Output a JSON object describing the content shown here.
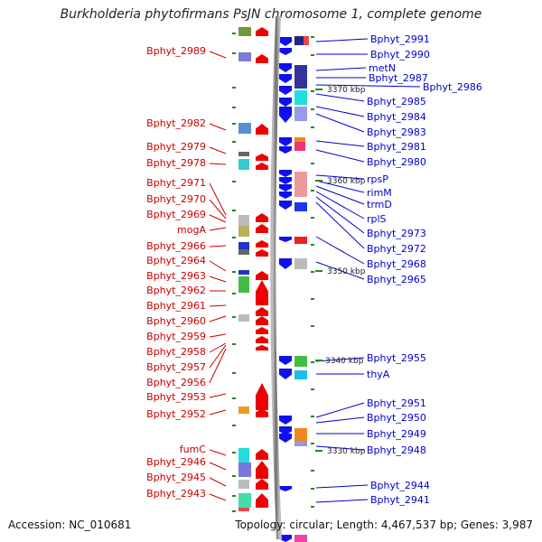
{
  "title": "Burkholderia phytofirmans PsJN chromosome 1, complete genome",
  "accession": "Accession: NC_010681",
  "topology": "Topology: circular; Length: 4,467,537 bp; Genes: 3,987",
  "kbp_labels": [
    "3370 kbp",
    "3360 kbp",
    "3350 kbp",
    "3340 kbp",
    "3330 kbp"
  ],
  "left_labels": [
    "Bphyt_2989",
    "Bphyt_2982",
    "Bphyt_2979",
    "Bphyt_2978",
    "Bphyt_2971",
    "Bphyt_2970",
    "Bphyt_2969",
    "mogA",
    "Bphyt_2966",
    "Bphyt_2964",
    "Bphyt_2963",
    "Bphyt_2962",
    "Bphyt_2961",
    "Bphyt_2960",
    "Bphyt_2959",
    "Bphyt_2958",
    "Bphyt_2957",
    "Bphyt_2956",
    "Bphyt_2953",
    "Bphyt_2952",
    "fumC",
    "Bphyt_2946",
    "Bphyt_2945",
    "Bphyt_2943"
  ],
  "right_labels": [
    "Bphyt_2991",
    "Bphyt_2990",
    "metN",
    "Bphyt_2987",
    "Bphyt_2986",
    "Bphyt_2985",
    "Bphyt_2984",
    "Bphyt_2983",
    "Bphyt_2981",
    "Bphyt_2980",
    "rpsP",
    "rimM",
    "trmD",
    "rplS",
    "Bphyt_2973",
    "Bphyt_2972",
    "Bphyt_2968",
    "Bphyt_2965",
    "Bphyt_2955",
    "thyA",
    "Bphyt_2951",
    "Bphyt_2950",
    "Bphyt_2949",
    "Bphyt_2948",
    "Bphyt_2944",
    "Bphyt_2941"
  ],
  "colors": {
    "forward": "#ee0000",
    "reverse": "#1010ee",
    "left_text": "#cc0000",
    "right_text": "#0000cc",
    "axis": "#888888",
    "tick": "#228822"
  }
}
